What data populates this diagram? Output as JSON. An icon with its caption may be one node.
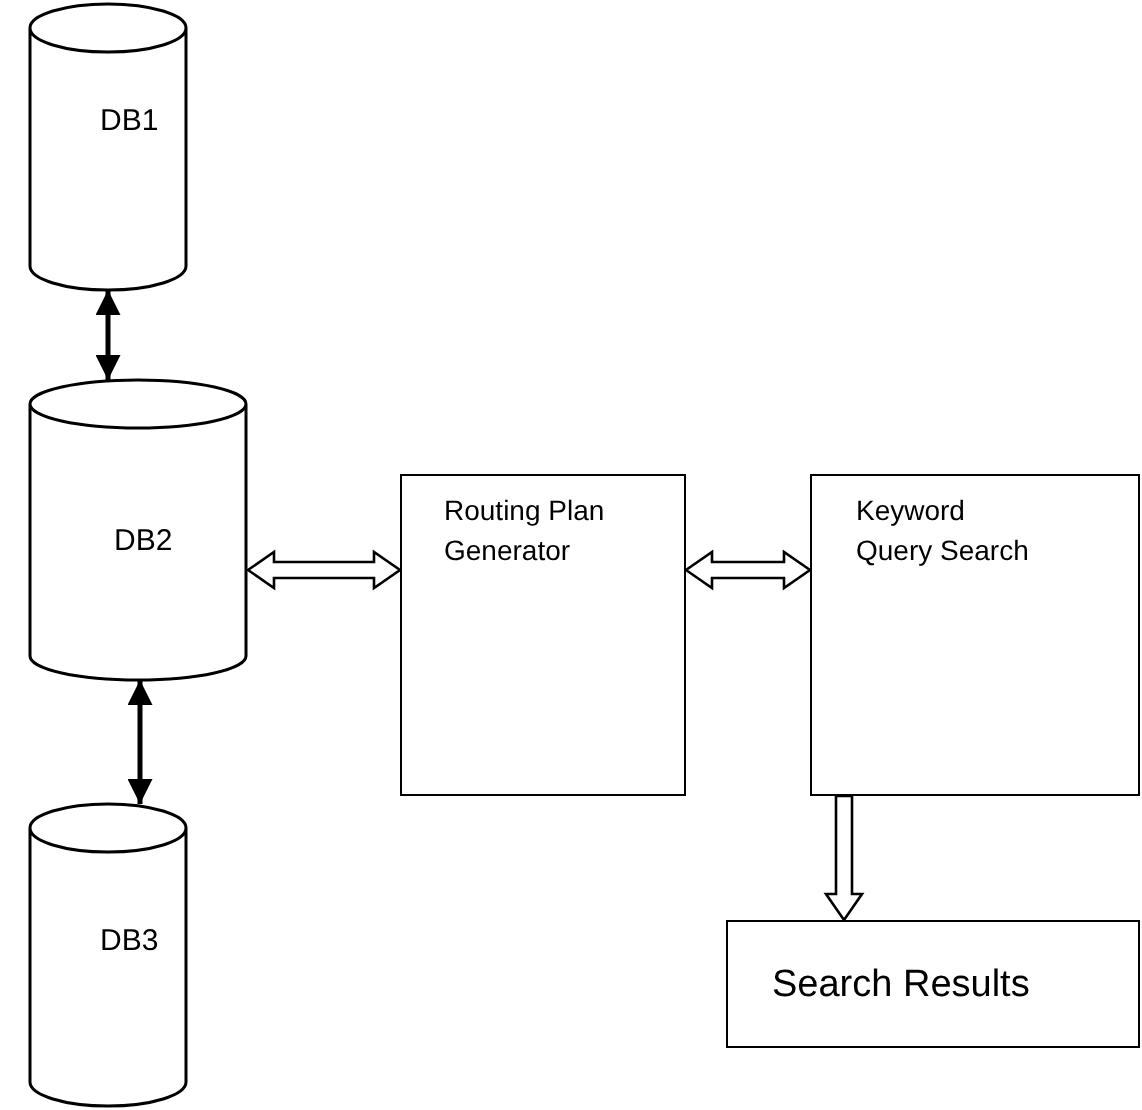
{
  "diagram": {
    "nodes": [
      {
        "text": [
          "DB1"
        ]
      },
      {
        "text": [
          "DB2"
        ]
      },
      {
        "text": [
          "Routing Plan Generator"
        ]
      },
      {
        "text": [
          "Keyword Query Search"
        ]
      },
      {
        "text": [
          "DB3"
        ]
      },
      {
        "text": [
          "Search Results"
        ]
      }
    ],
    "edges": [
      {
        "from": 0,
        "to": 1,
        "arrow": "both"
      },
      {
        "from": 1,
        "to": 2,
        "arrow": "both",
        "style": "thick"
      },
      {
        "from": 2,
        "to": 3,
        "arrow": "both",
        "style": "thick"
      },
      {
        "from": 1,
        "to": 4,
        "arrow": "both"
      },
      {
        "from": 3,
        "to": 5,
        "arrow": "to",
        "style": "thick"
      }
    ]
  }
}
